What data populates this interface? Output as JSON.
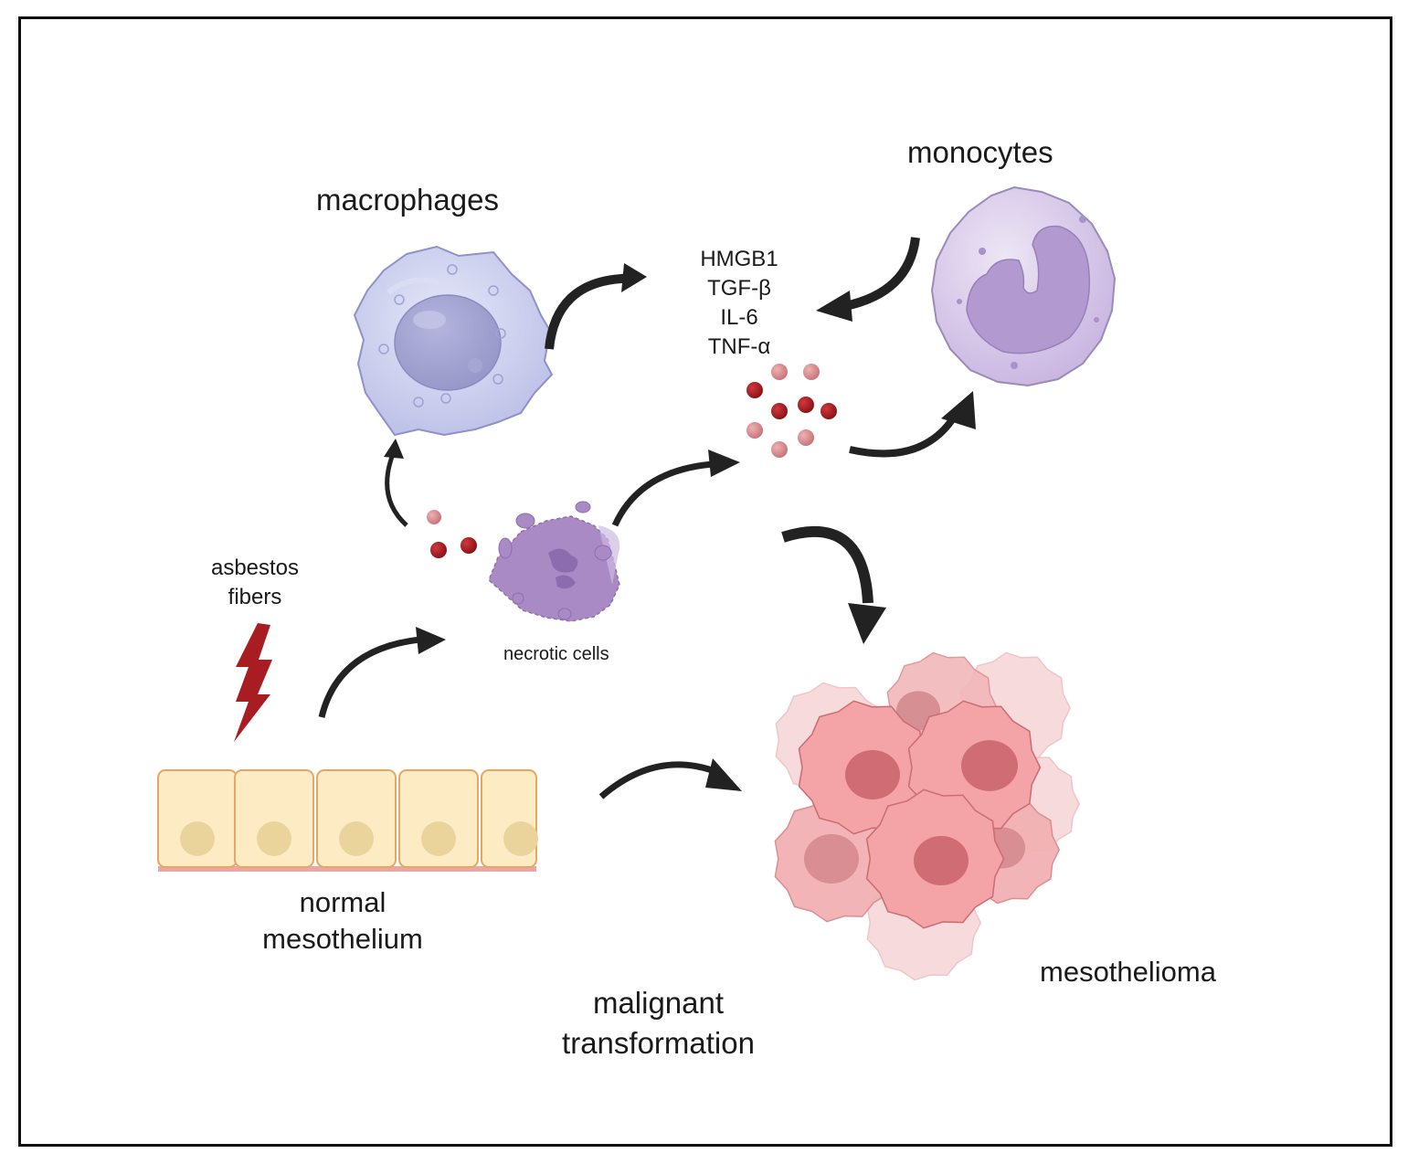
{
  "figure": {
    "title": "Asbestos-induced inflammation and malignant transformation of mesothelium",
    "labels": {
      "macrophages": "macrophages",
      "monocytes": "monocytes",
      "asbestos": [
        "asbestos",
        "fibers"
      ],
      "necrotic": "necrotic cells",
      "normal": [
        "normal",
        "mesothelium"
      ],
      "malignant": [
        "malignant",
        "transformation"
      ],
      "mesothelioma": "mesothelioma"
    },
    "cytokines": [
      "HMGB1",
      "TGF-β",
      "IL-6",
      "TNF-α"
    ],
    "colors": {
      "border": "#111111",
      "arrow": "#222222",
      "macrophage": "#c9cdec",
      "monocyte": "#d6c8e8",
      "necrotic": "#a98ac4",
      "cytokine_dark": "#a81f24",
      "cytokine_light": "#d9898c",
      "mesothelium": "#fdebc4",
      "mesothelium_border": "#e3a866",
      "tumor": "#f0a1a4",
      "lightning": "#a81d21"
    },
    "nodes": [
      {
        "id": "normal-mesothelium",
        "label": "normal mesothelium"
      },
      {
        "id": "necrotic-cells",
        "label": "necrotic cells"
      },
      {
        "id": "macrophages",
        "label": "macrophages"
      },
      {
        "id": "cytokines",
        "label": "HMGB1, TGF-β, IL-6, TNF-α"
      },
      {
        "id": "monocytes",
        "label": "monocytes"
      },
      {
        "id": "mesothelioma",
        "label": "mesothelioma"
      }
    ],
    "edges": [
      {
        "from": "normal-mesothelium",
        "to": "necrotic-cells"
      },
      {
        "from": "necrotic-cells",
        "to": "macrophages"
      },
      {
        "from": "necrotic-cells",
        "to": "cytokines"
      },
      {
        "from": "macrophages",
        "to": "cytokines"
      },
      {
        "from": "monocytes",
        "to": "cytokines"
      },
      {
        "from": "cytokines",
        "to": "monocytes"
      },
      {
        "from": "cytokines",
        "to": "mesothelioma"
      },
      {
        "from": "normal-mesothelium",
        "to": "mesothelioma",
        "label": "malignant transformation"
      }
    ]
  }
}
